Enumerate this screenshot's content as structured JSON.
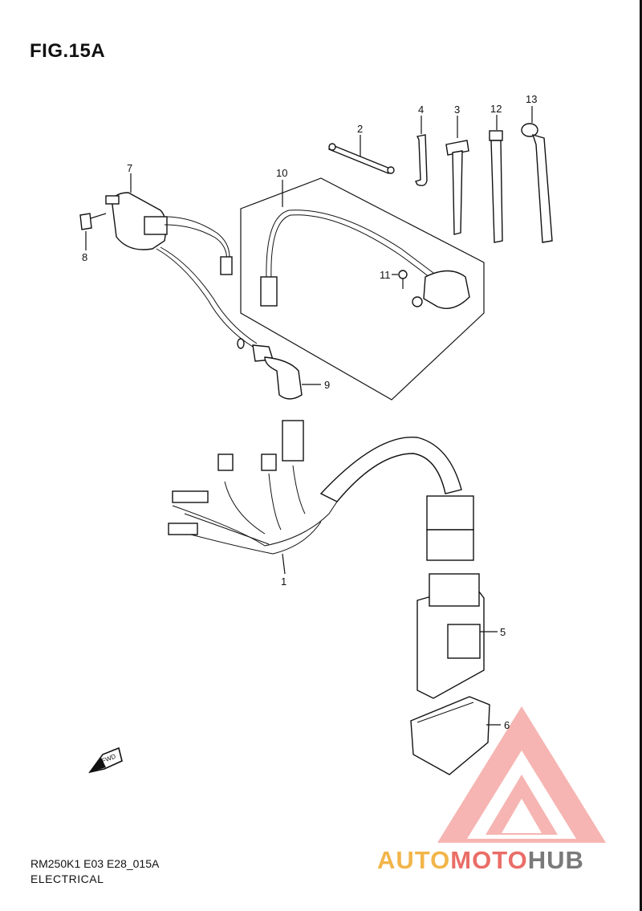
{
  "figure": {
    "title": "FIG.15A"
  },
  "footer": {
    "code": "RM250K1 E03 E28_015A",
    "section": "ELECTRICAL"
  },
  "fwd_label": "FWD",
  "watermark": {
    "part_a": "AUTO",
    "part_b": "MOTO",
    "part_c": "HUB",
    "colors": {
      "auto": "#f2b54a",
      "moto": "#ea6d67",
      "hub": "#7a7a7a"
    }
  },
  "callouts": [
    "1",
    "2",
    "3",
    "4",
    "5",
    "6",
    "7",
    "8",
    "9",
    "10",
    "11",
    "12",
    "13"
  ]
}
